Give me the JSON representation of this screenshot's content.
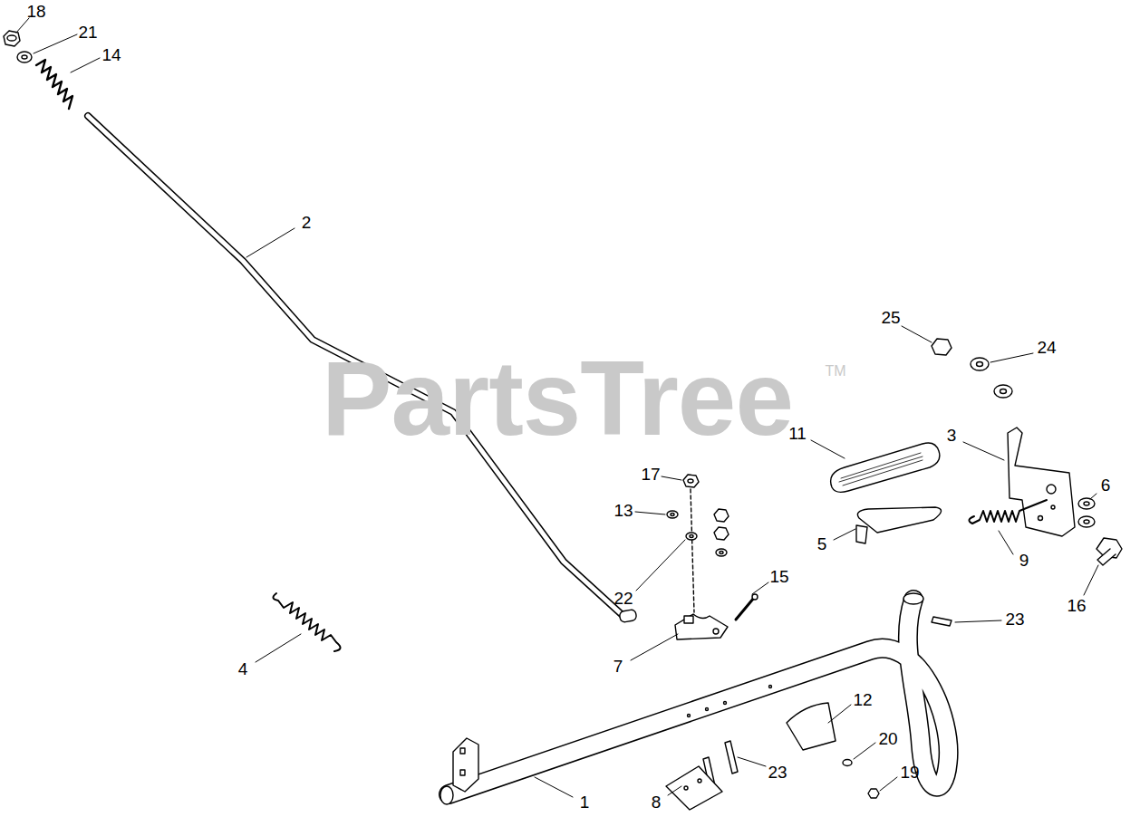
{
  "diagram": {
    "labels": [
      "18",
      "21",
      "14",
      "2",
      "25",
      "24",
      "PartsTree",
      "TM",
      "11",
      "3",
      "17",
      "13",
      "6",
      "5",
      "9",
      "16",
      "15",
      "22",
      "23",
      "4",
      "7",
      "12",
      "20",
      "23",
      "19",
      "1",
      "8"
    ]
  }
}
